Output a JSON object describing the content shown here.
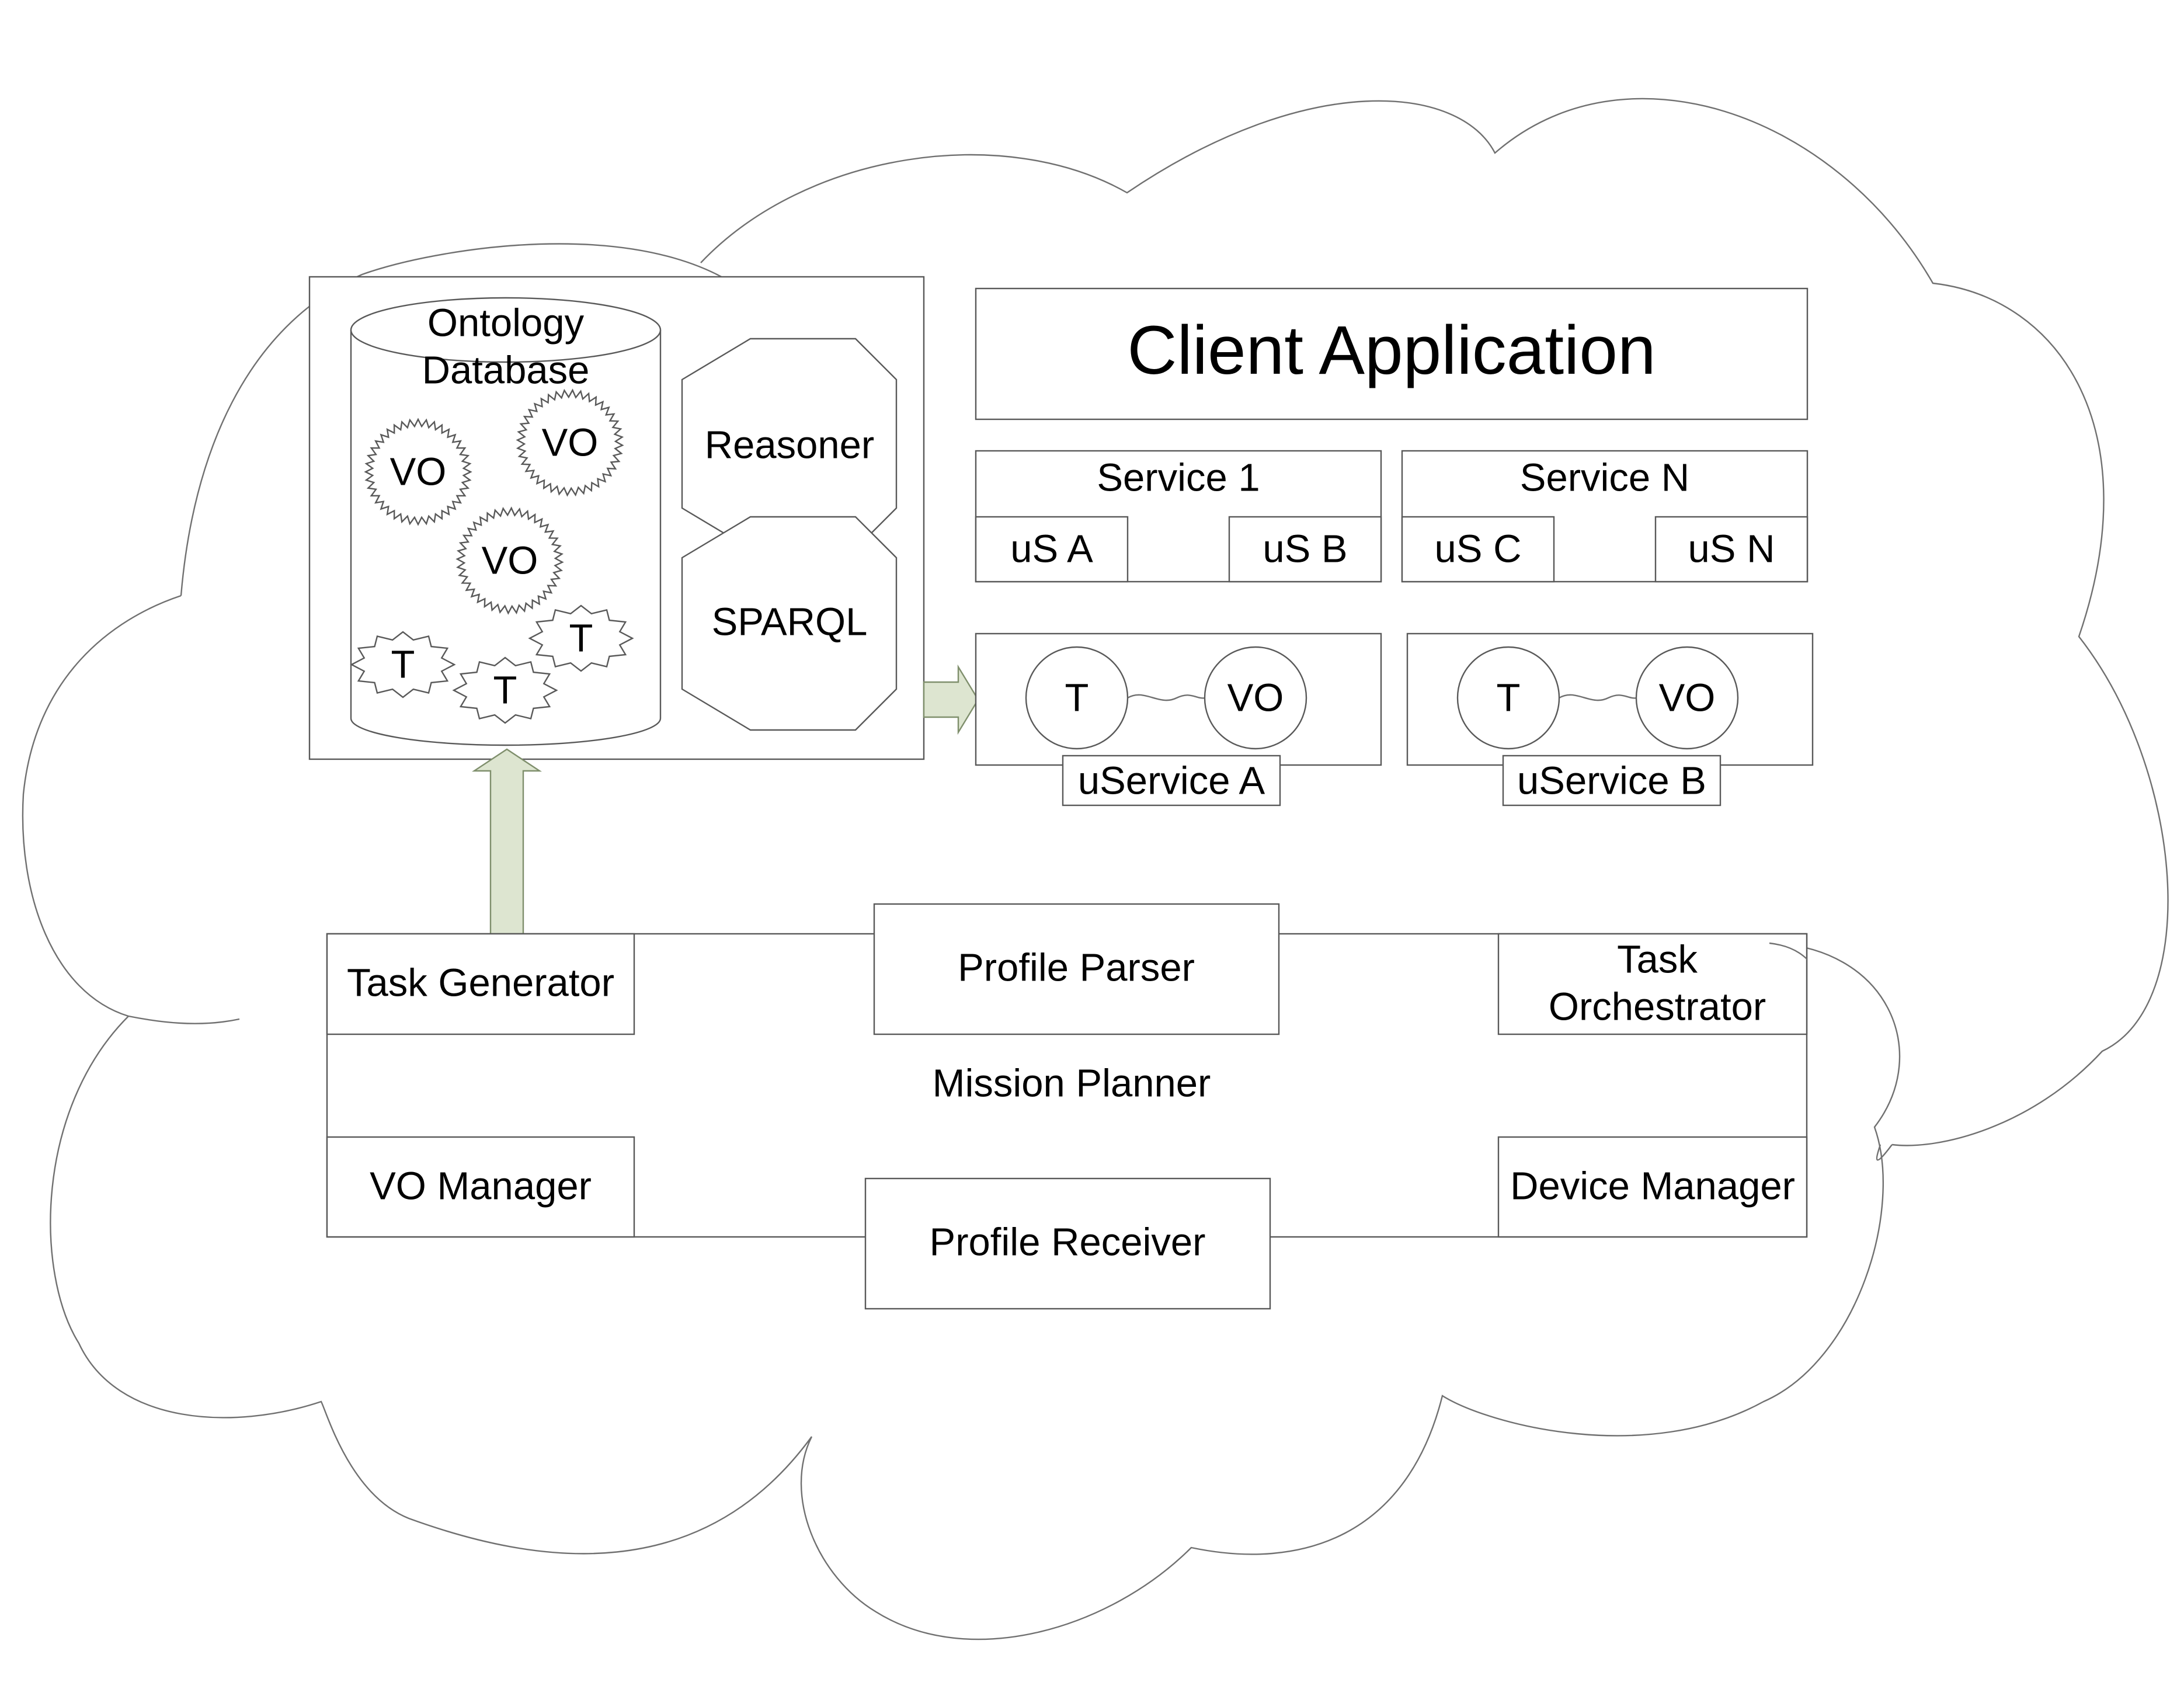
{
  "ontology": {
    "database_label_line1": "Ontology",
    "database_label_line2": "Database",
    "vo_label": "VO",
    "task_label": "T",
    "reasoner_label": "Reasoner",
    "sparql_label": "SPARQL"
  },
  "client": {
    "title": "Client Application"
  },
  "services": [
    {
      "name": "Service 1",
      "micro": [
        "uS A",
        "uS B"
      ]
    },
    {
      "name": "Service N",
      "micro": [
        "uS C",
        "uS N"
      ]
    }
  ],
  "uservices": [
    {
      "name": "uService A",
      "task": "T",
      "vo": "VO"
    },
    {
      "name": "uService B",
      "task": "T",
      "vo": "VO"
    }
  ],
  "mission": {
    "label": "Mission Planner",
    "task_generator": "Task Generator",
    "profile_parser": "Profile Parser",
    "task_orchestrator_line1": "Task",
    "task_orchestrator_line2": "Orchestrator",
    "vo_manager": "VO Manager",
    "profile_receiver": "Profile Receiver",
    "device_manager": "Device Manager"
  },
  "colors": {
    "arrow_fill": "#dde5d0",
    "arrow_stroke": "#7f8f6c",
    "line": "#595959"
  }
}
